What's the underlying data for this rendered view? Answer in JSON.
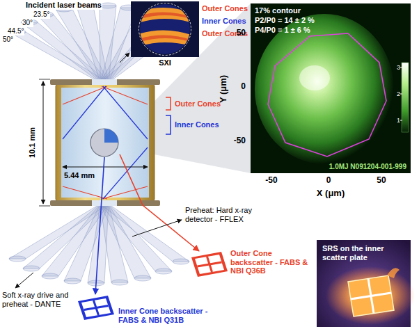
{
  "diagram": {
    "nodes": [
      {
        "text": [
          "SXI"
        ]
      },
      {
        "text": [
          "17% contour",
          "P2/P0 = 14 ± 2 %",
          "P4/P0 = 1 ± 6 %",
          "1.0MJ N091204-001-999"
        ]
      },
      {
        "text": [
          "SRS on the inner scatter plate"
        ]
      },
      {
        "text": [
          "Outer Cone backscatter - FABS & NBI Q36B"
        ]
      },
      {
        "text": [
          "Inner Cone backscatter - FABS & NBI Q31B"
        ]
      }
    ],
    "labels": [
      "Incident laser beams",
      "23.5°",
      "30°",
      "44.5°",
      "50°",
      "Outer Cones",
      "Inner Cones",
      "Outer Cones",
      "Outer Cones",
      "Inner Cones",
      "10.1 mm",
      "5.44 mm",
      "Y (μm)",
      "50",
      "0",
      "-50",
      "-50",
      "0",
      "50",
      "X (μm)",
      "3",
      "2",
      "1",
      "Preheat: Hard x-ray detector - FFLEX",
      "Soft x-ray drive and preheat - DANTE"
    ]
  }
}
